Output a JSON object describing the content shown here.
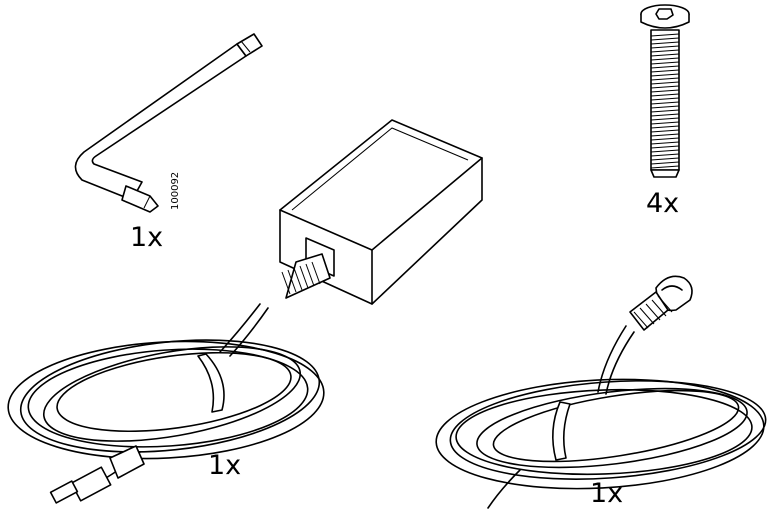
{
  "part_number": "100092",
  "parts": [
    {
      "item": "allen-key",
      "quantity": "1x"
    },
    {
      "item": "screw",
      "quantity": "4x"
    },
    {
      "item": "power-adapter-with-cable",
      "quantity": "1x"
    },
    {
      "item": "power-cord",
      "quantity": "1x"
    }
  ]
}
